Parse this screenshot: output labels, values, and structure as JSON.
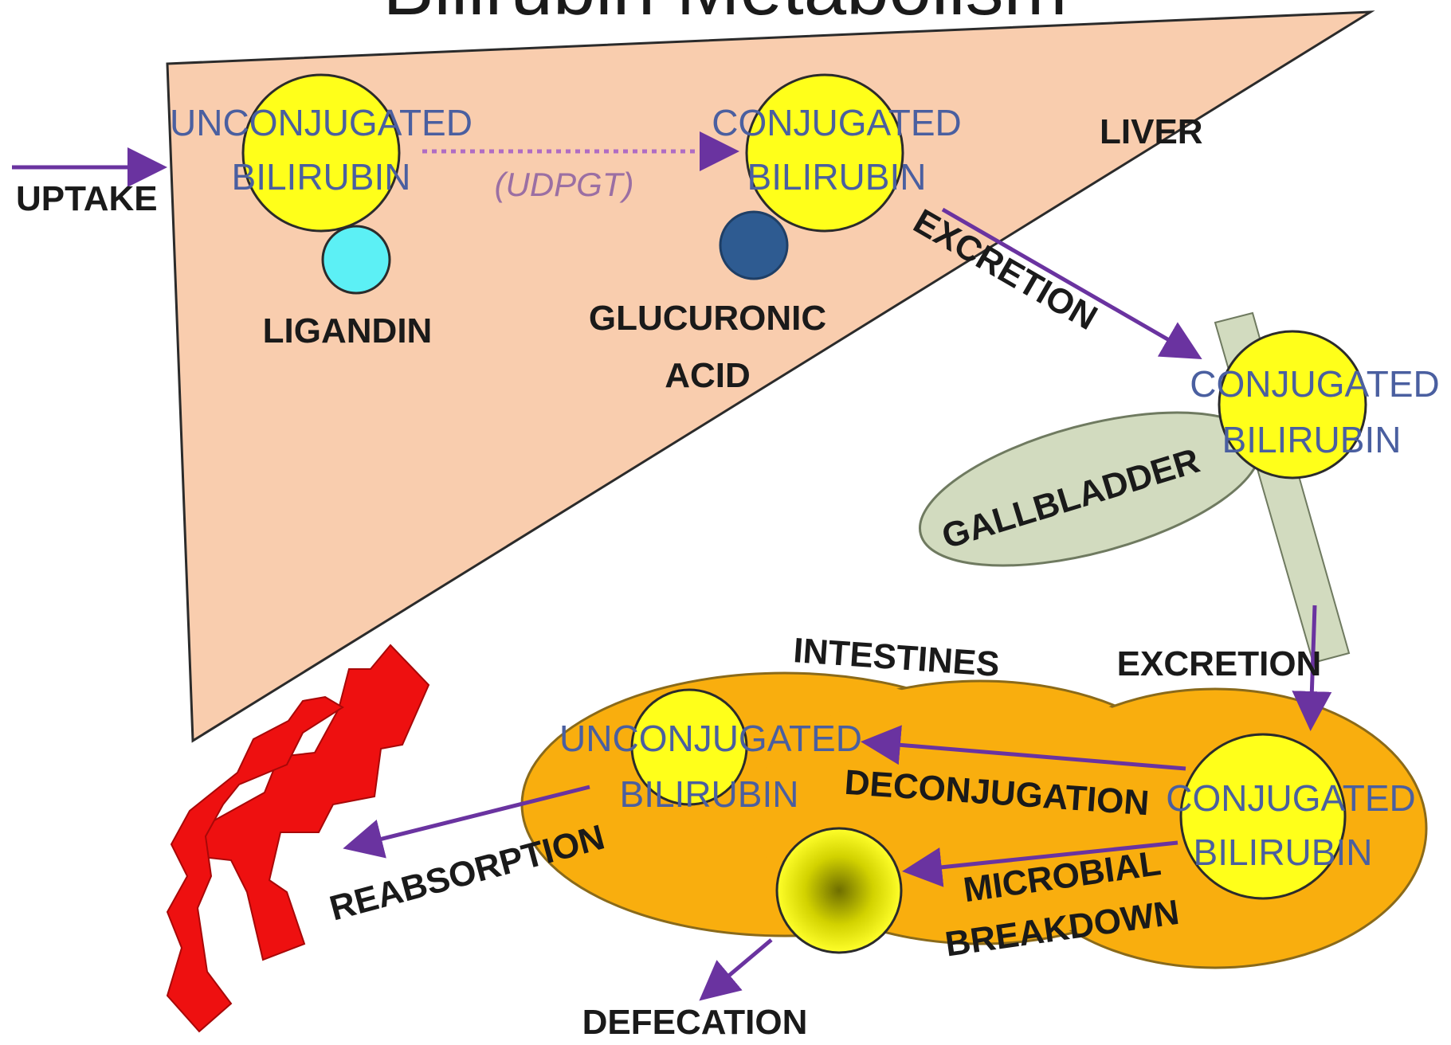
{
  "title": "Bilirubin Metabolism",
  "colors": {
    "liver": "#f9cdae",
    "bilirubin": "#ffff1a",
    "ligandin": "#5cf0f5",
    "glucuronic": "#2e5b91",
    "gallbladder": "#d2dbbf",
    "intestines": "#f9ae0e",
    "reabsorption": "#ee1010",
    "arrow": "#6a33a0",
    "label_blue": "#4a5fa0",
    "label_dark": "#1a1a1a"
  },
  "liver": {
    "label": "LIVER",
    "uptake": "UPTAKE",
    "unconjugated": [
      "UNCONJUGATED",
      "BILIRUBIN"
    ],
    "ligandin": "LIGANDIN",
    "enzyme": "(UDPGT)",
    "conjugated": [
      "CONJUGATED",
      "BILIRUBIN"
    ],
    "glucuronic_acid": [
      "GLUCURONIC",
      "ACID"
    ]
  },
  "gallbladder": {
    "excretion": "EXCRETION",
    "label": "GALLBLADDER",
    "conjugated": [
      "CONJUGATED",
      "BILIRUBIN"
    ]
  },
  "intestines": {
    "label": "INTESTINES",
    "excretion": "EXCRETION",
    "unconjugated": [
      "UNCONJUGATED",
      "BILIRUBIN"
    ],
    "deconjugation": "DECONJUGATION",
    "conjugated": [
      "CONJUGATED",
      "BILIRUBIN"
    ],
    "microbial_breakdown": [
      "MICROBIAL",
      "BREAKDOWN"
    ],
    "reabsorption": "REABSORPTION",
    "defecation": "DEFECATION"
  }
}
